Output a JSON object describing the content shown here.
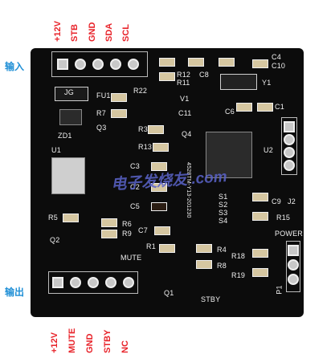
{
  "top_pins": [
    "+12V",
    "STB",
    "GND",
    "SDA",
    "SCL"
  ],
  "bottom_pins": [
    "+12V",
    "MUTE",
    "GND",
    "STBY",
    "NC"
  ],
  "side_labels": {
    "input": "输入",
    "output": "输出"
  },
  "watermark": "电子发烧友 .com",
  "board_silk": {
    "jg": "JG",
    "fu1": "FU1",
    "zd1": "ZD1",
    "u1": "U1",
    "q3": "Q3",
    "q4": "Q4",
    "r7": "R7",
    "r3": "R3",
    "r13": "R13",
    "r22": "R22",
    "r12": "R12",
    "r11": "R11",
    "c8": "C8",
    "c4": "C4",
    "c10": "C10",
    "c11": "C11",
    "c6": "C6",
    "c1": "C1",
    "v1": "V1",
    "y1": "Y1",
    "u2": "U2",
    "c3": "C3",
    "c2": "C2",
    "c5": "C5",
    "c7": "C7",
    "c9": "C9",
    "j2": "J2",
    "r15": "R15",
    "power": "POWER",
    "r5": "R5",
    "r6": "R6",
    "r9": "R9",
    "q2": "Q2",
    "mute": "MUTE",
    "r1": "R1",
    "r4": "R4",
    "r8": "R8",
    "r18": "R18",
    "r19": "R19",
    "q1": "Q1",
    "stby": "STBY",
    "p1": "P1",
    "s1": "S1",
    "s2": "S2",
    "s3": "S3",
    "s4": "S4",
    "part_no": "4528TM-Y13-201230"
  }
}
